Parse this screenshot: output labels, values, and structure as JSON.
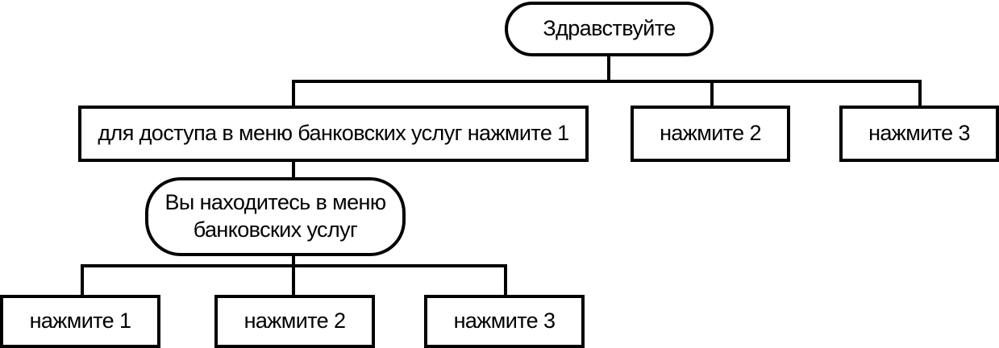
{
  "nodes": {
    "greeting": "Здравствуйте",
    "option1": "для доступа в меню банковских услуг нажмите 1",
    "option2": "нажмите 2",
    "option3": "нажмите 3",
    "banking_menu": {
      "line1": "Вы находитесь в меню",
      "line2": "банковских услуг"
    },
    "sub1": "нажмите 1",
    "sub2": "нажмите 2",
    "sub3": "нажмите 3"
  }
}
